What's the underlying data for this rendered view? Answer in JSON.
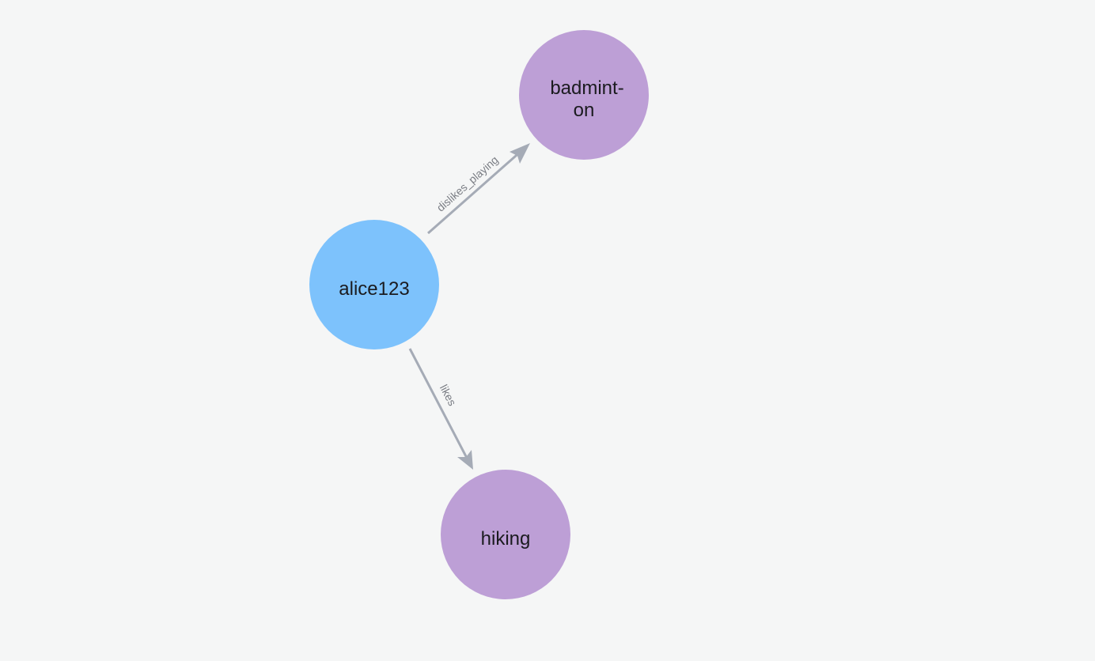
{
  "colors": {
    "background": "#f5f6f6",
    "user_node": "#7dc2fc",
    "activity_node": "#bd9fd6",
    "edge": "#a5abb6"
  },
  "nodes": [
    {
      "id": "alice123",
      "label": "alice123",
      "label_lines": [
        "alice123"
      ]
    },
    {
      "id": "badminton",
      "label": "badminton",
      "label_lines": [
        "badmint-",
        "on"
      ]
    },
    {
      "id": "hiking",
      "label": "hiking",
      "label_lines": [
        "hiking"
      ]
    }
  ],
  "edges": [
    {
      "from": "alice123",
      "to": "badminton",
      "label": "dislikes_playing"
    },
    {
      "from": "alice123",
      "to": "hiking",
      "label": "likes"
    }
  ]
}
